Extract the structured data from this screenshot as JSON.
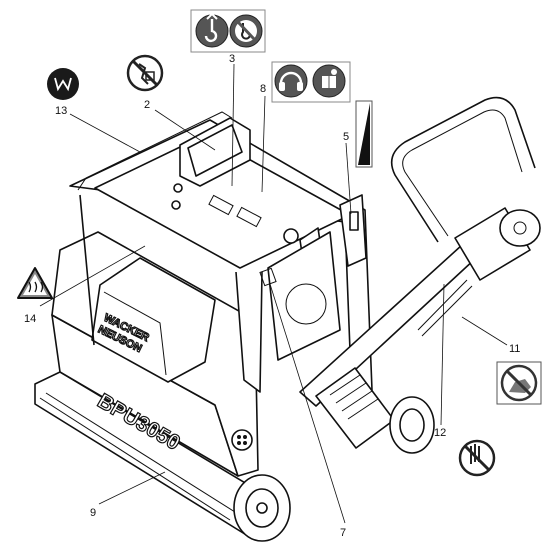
{
  "callouts": {
    "c2": "2",
    "c3": "3",
    "c5": "5",
    "c7": "7",
    "c8": "8",
    "c9": "9",
    "c11": "11",
    "c12": "12",
    "c13": "13",
    "c14": "14"
  },
  "machine": {
    "brand_line1": "WACKER",
    "brand_line2": "NEUSON",
    "model": "BPU3050"
  },
  "icons": [
    "lifting-hook-icon",
    "no-hook-icon",
    "no-access-icon",
    "ear-protection-icon",
    "read-manual-icon",
    "throttle-wedge-icon",
    "manufacturer-logo-icon",
    "hot-surface-warning-icon",
    "no-lift-icon",
    "no-hand-icon"
  ]
}
